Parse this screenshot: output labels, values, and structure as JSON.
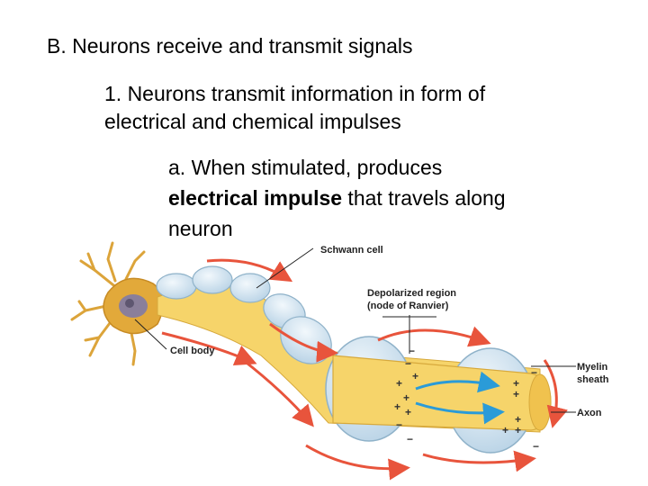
{
  "slide": {
    "heading": "B. Neurons receive and transmit signals",
    "point1": {
      "line1": "1. Neurons transmit information in form of",
      "line2": "electrical and chemical impulses"
    },
    "point_a": {
      "line1": "a. When stimulated, produces",
      "line2_bold": "electrical impulse",
      "line2_rest": " that travels along",
      "line3": "neuron"
    }
  },
  "figure": {
    "labels": {
      "schwann_cell": "Schwann cell",
      "depolarized_region": "Depolarized region",
      "node_of_ranvier": "(node of Ranvier)",
      "cell_body": "Cell body",
      "myelin": "Myelin",
      "sheath": "sheath",
      "axon": "Axon"
    },
    "signs": {
      "minus": "−",
      "plus": "+"
    },
    "colors": {
      "axon_yellow": "#f6d46a",
      "myelin_blue": "#c9dfee",
      "cell_body_gold": "#e2a93a",
      "nucleus_purple": "#8a7f9a",
      "arrow_red": "#e8543c",
      "arrow_blue": "#2a9bd8"
    }
  }
}
